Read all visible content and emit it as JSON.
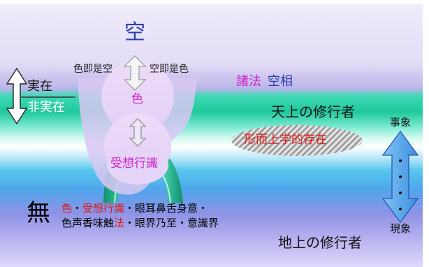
{
  "title": "空",
  "formula": {
    "left": "色即是空",
    "right": "空即是色"
  },
  "bar": {
    "real": "実在",
    "unreal": "非実在"
  },
  "top_right": {
    "shohou": "諸法",
    "kuusou": "空相"
  },
  "bubble": {
    "shiki": "色",
    "jusougyoushiki": "受想行識"
  },
  "metaphysical": "形而上学的存在",
  "heavenly": "天上の修行者",
  "earthly": "地上の修行者",
  "axis": {
    "top": "事象",
    "bottom": "現象"
  },
  "mu": "無",
  "mu_line1": [
    {
      "text": "色",
      "red": true
    },
    {
      "text": "・",
      "red": false
    },
    {
      "text": "受想行識",
      "red": true
    },
    {
      "text": "・眼耳鼻舌身意・",
      "red": false
    }
  ],
  "mu_line2": [
    {
      "text": "色声香味触",
      "red": false
    },
    {
      "text": "法",
      "red": true
    },
    {
      "text": "・眼界乃至・意識界",
      "red": false
    }
  ],
  "colors": {
    "title_blue": "#2a3fb0",
    "magenta": "#cc22cc",
    "dark_blue": "#2a3fb0",
    "white": "#ffffff",
    "red": "#e01818",
    "black": "#000000"
  }
}
